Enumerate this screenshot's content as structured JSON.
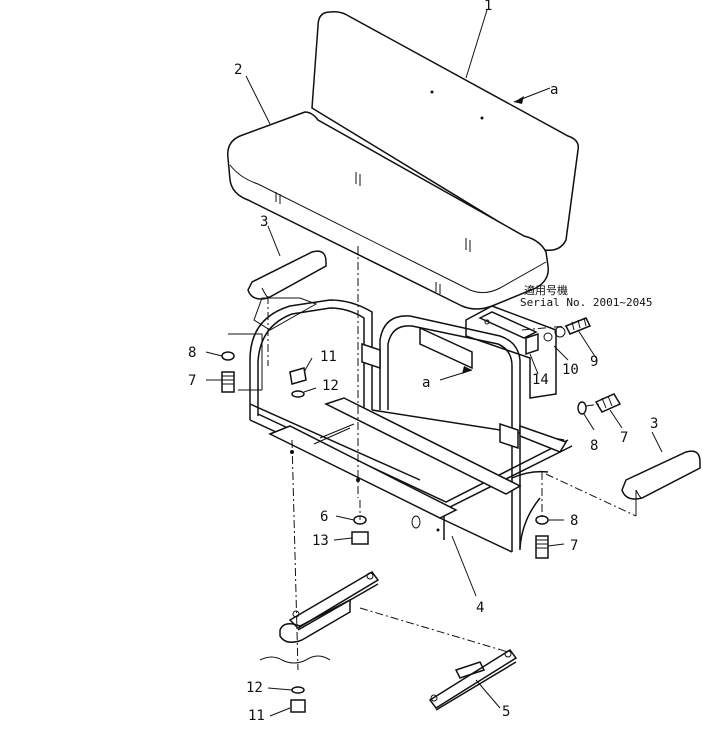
{
  "note": {
    "line1": "適用号機",
    "line2": "Serial No. 2001~2045"
  },
  "labels": {
    "p1": "1",
    "p2": "2",
    "p3_left": "3",
    "p3_right": "3",
    "p4": "4",
    "p5": "5",
    "p6": "6",
    "p7_left": "7",
    "p7_mid": "7",
    "p7_bottom": "7",
    "p8_left": "8",
    "p8_mid": "8",
    "p8_bottom": "8",
    "p9": "9",
    "p10": "10",
    "p11_top": "11",
    "p11_bottom": "11",
    "p12_top": "12",
    "p12_bottom": "12",
    "p13": "13",
    "p14": "14",
    "a_top": "a",
    "a_mid": "a"
  }
}
